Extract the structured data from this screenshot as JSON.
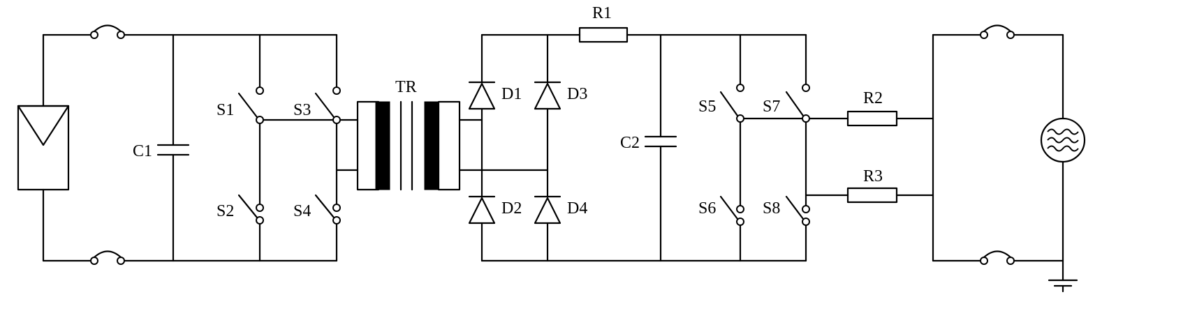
{
  "labels": {
    "transformer": "TR",
    "c1": "C1",
    "c2": "C2",
    "r1": "R1",
    "r2": "R2",
    "r3": "R3",
    "s1": "S1",
    "s2": "S2",
    "s3": "S3",
    "s4": "S4",
    "s5": "S5",
    "s6": "S6",
    "s7": "S7",
    "s8": "S8",
    "d1": "D1",
    "d2": "D2",
    "d3": "D3",
    "d4": "D4"
  },
  "symbols": {
    "source": "solar-panel-icon",
    "grid": "ac-source-icon",
    "ground": "ground-icon"
  }
}
